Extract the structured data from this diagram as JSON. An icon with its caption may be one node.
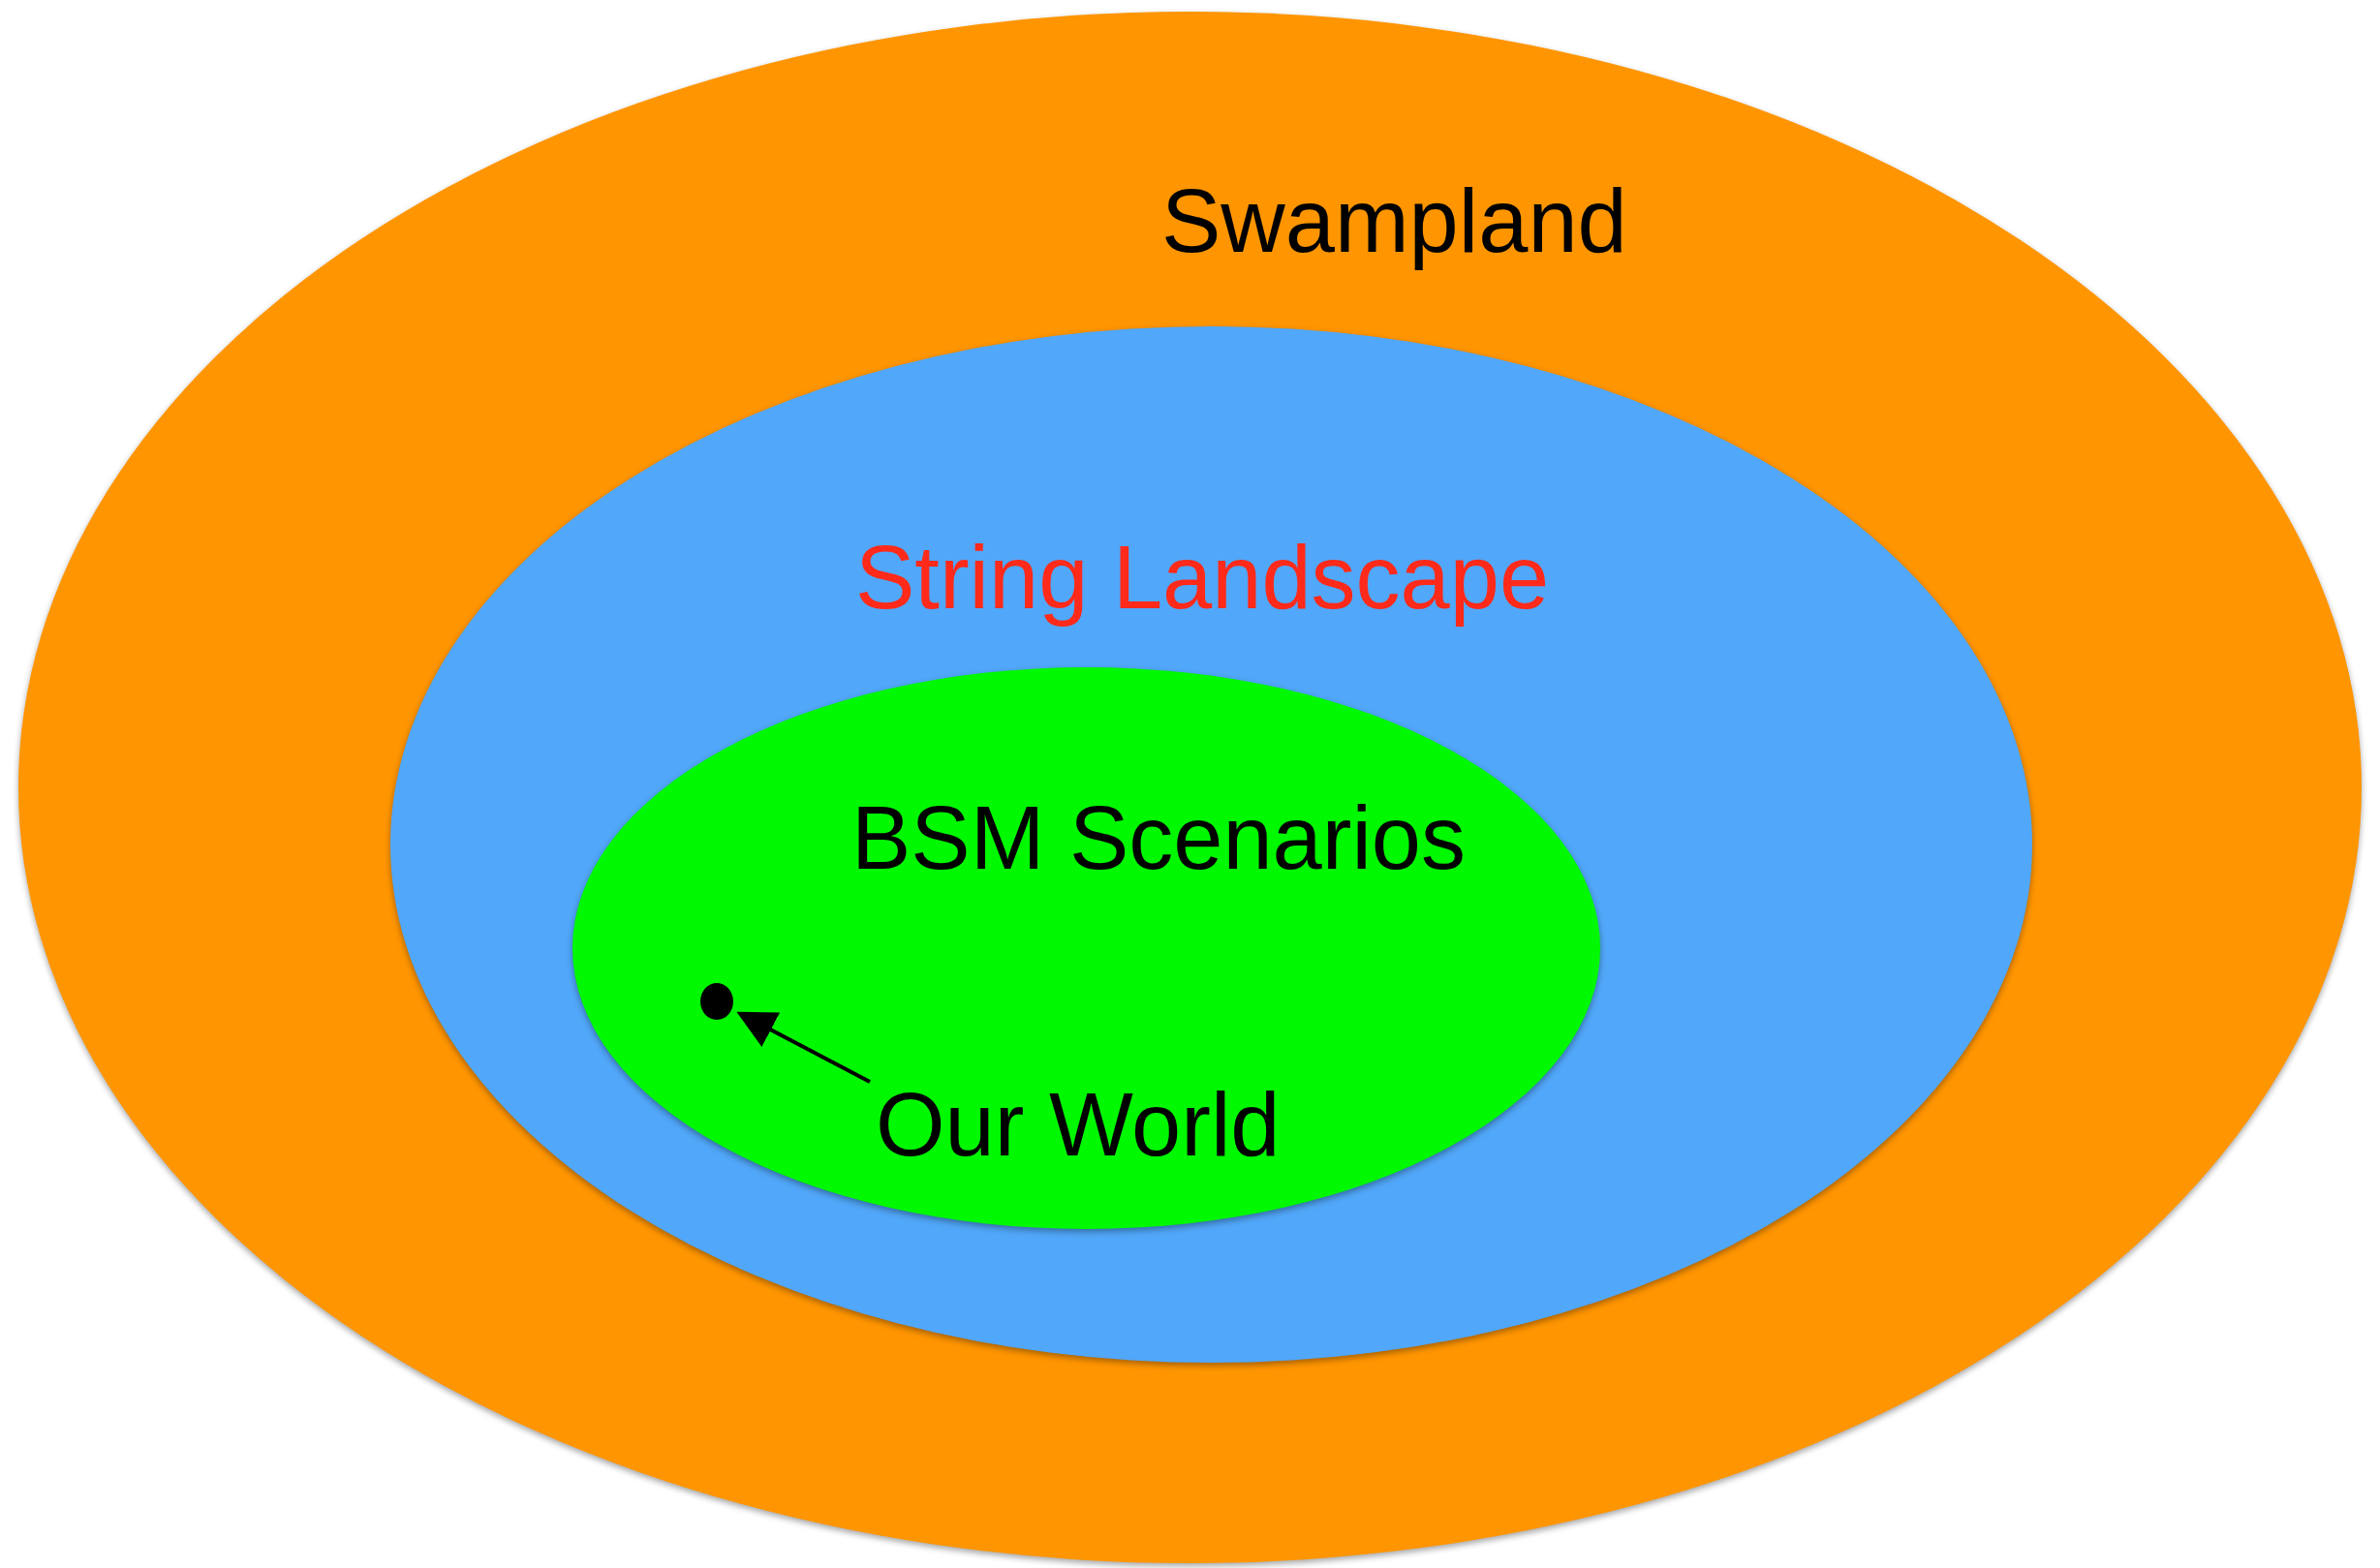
{
  "diagram": {
    "nodes": [
      {
        "text": [
          "Swampland"
        ]
      },
      {
        "text": [
          "String Landscape"
        ],
        "in": 0
      },
      {
        "text": [
          "BSM Scenarios"
        ],
        "in": 1
      },
      {
        "text": [],
        "shape": "circle",
        "in": 2
      },
      {
        "text": [
          "Our World"
        ],
        "in": 2
      }
    ],
    "edges": [
      {
        "from": 4,
        "to": 3,
        "arrow": "to"
      }
    ]
  }
}
